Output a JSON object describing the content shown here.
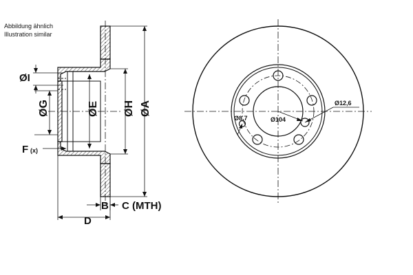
{
  "notes": {
    "line1": "Abbildung ähnlich",
    "line2": "Illustration similar"
  },
  "labels": {
    "dia_I": "ØI",
    "dia_G": "ØG",
    "dia_E": "ØE",
    "dia_H": "ØH",
    "dia_A": "ØA",
    "F": "F",
    "F_sub": "(x)",
    "B": "B",
    "C": "C (MTH)",
    "D": "D",
    "hole_small": "Ø8,7",
    "pcd": "Ø104",
    "hole_large": "Ø12,6"
  },
  "colors": {
    "line": "#111111",
    "hatch": "#444444",
    "background": "#ffffff"
  }
}
